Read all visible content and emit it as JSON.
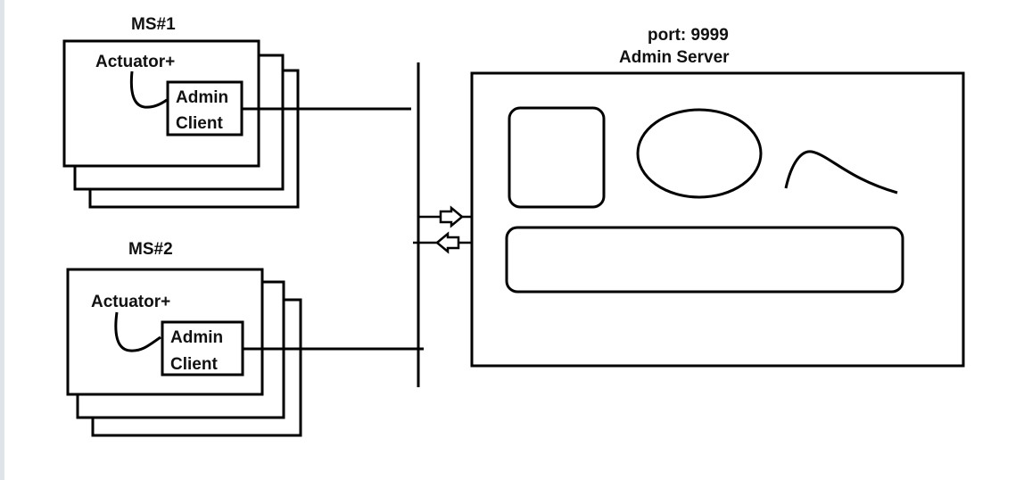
{
  "ms1": {
    "title": "MS#1",
    "actuator_label": "Actuator+",
    "client_line1": "Admin",
    "client_line2": "Client"
  },
  "ms2": {
    "title": "MS#2",
    "actuator_label": "Actuator+",
    "client_line1": "Admin",
    "client_line2": "Client"
  },
  "server": {
    "port_label": "port: 9999",
    "title": "Admin Server"
  },
  "colors": {
    "stroke": "#000000",
    "background": "#ffffff"
  }
}
